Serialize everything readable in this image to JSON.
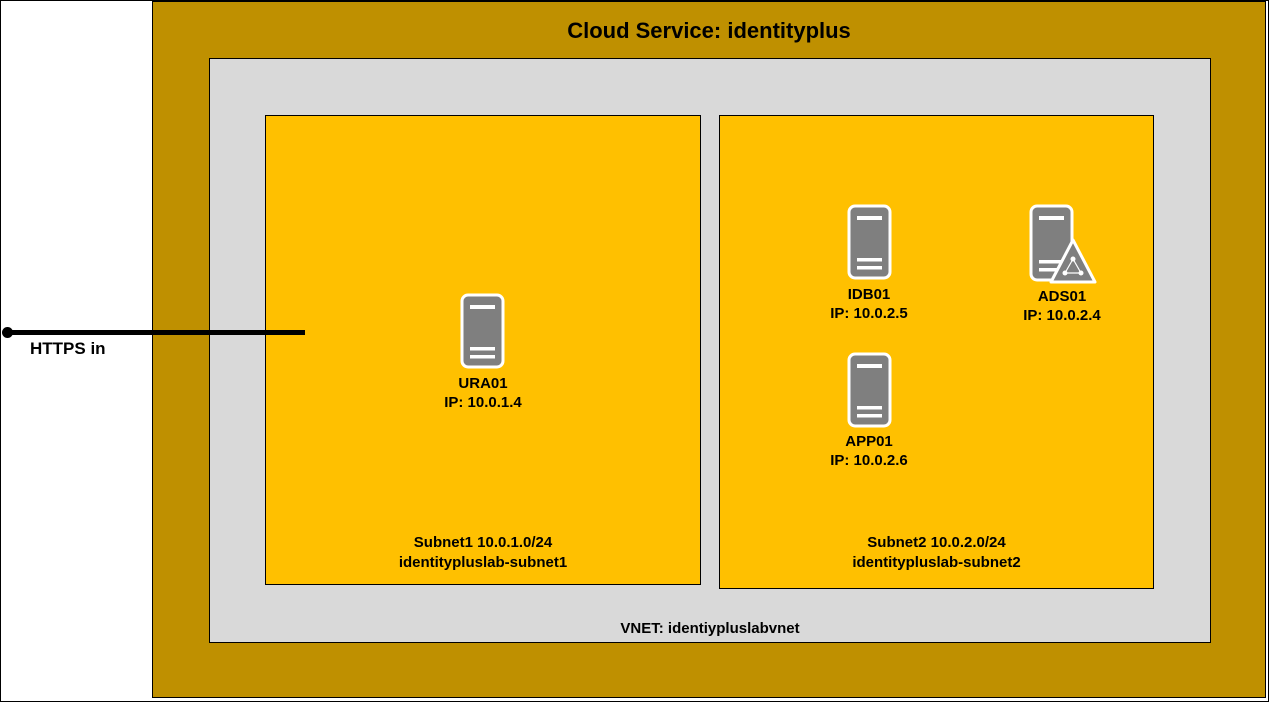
{
  "colors": {
    "cloud_fill": "#BF9000",
    "vnet_fill": "#D9D9D9",
    "subnet_fill": "#FFC000",
    "server_body": "#7F7F7F",
    "server_outline": "#FFFFFF",
    "outside": "#FFFFFF"
  },
  "cloud_service": {
    "title": "Cloud Service: identityplus"
  },
  "vnet": {
    "label": "VNET: identiypluslabvnet"
  },
  "subnets": [
    {
      "line1": "Subnet1  10.0.1.0/24",
      "line2": "identitypluslab-subnet1"
    },
    {
      "line1": "Subnet2  10.0.2.0/24",
      "line2": "identitypluslab-subnet2"
    }
  ],
  "servers": [
    {
      "name": "URA01",
      "ip": "IP: 10.0.1.4",
      "icon": "server-icon"
    },
    {
      "name": "IDB01",
      "ip": "IP: 10.0.2.5",
      "icon": "server-icon"
    },
    {
      "name": "ADS01",
      "ip": "IP: 10.0.2.4",
      "icon": "domain-controller-server-icon"
    },
    {
      "name": "APP01",
      "ip": "IP: 10.0.2.6",
      "icon": "server-icon"
    }
  ],
  "ingress": {
    "label": "HTTPS in"
  }
}
